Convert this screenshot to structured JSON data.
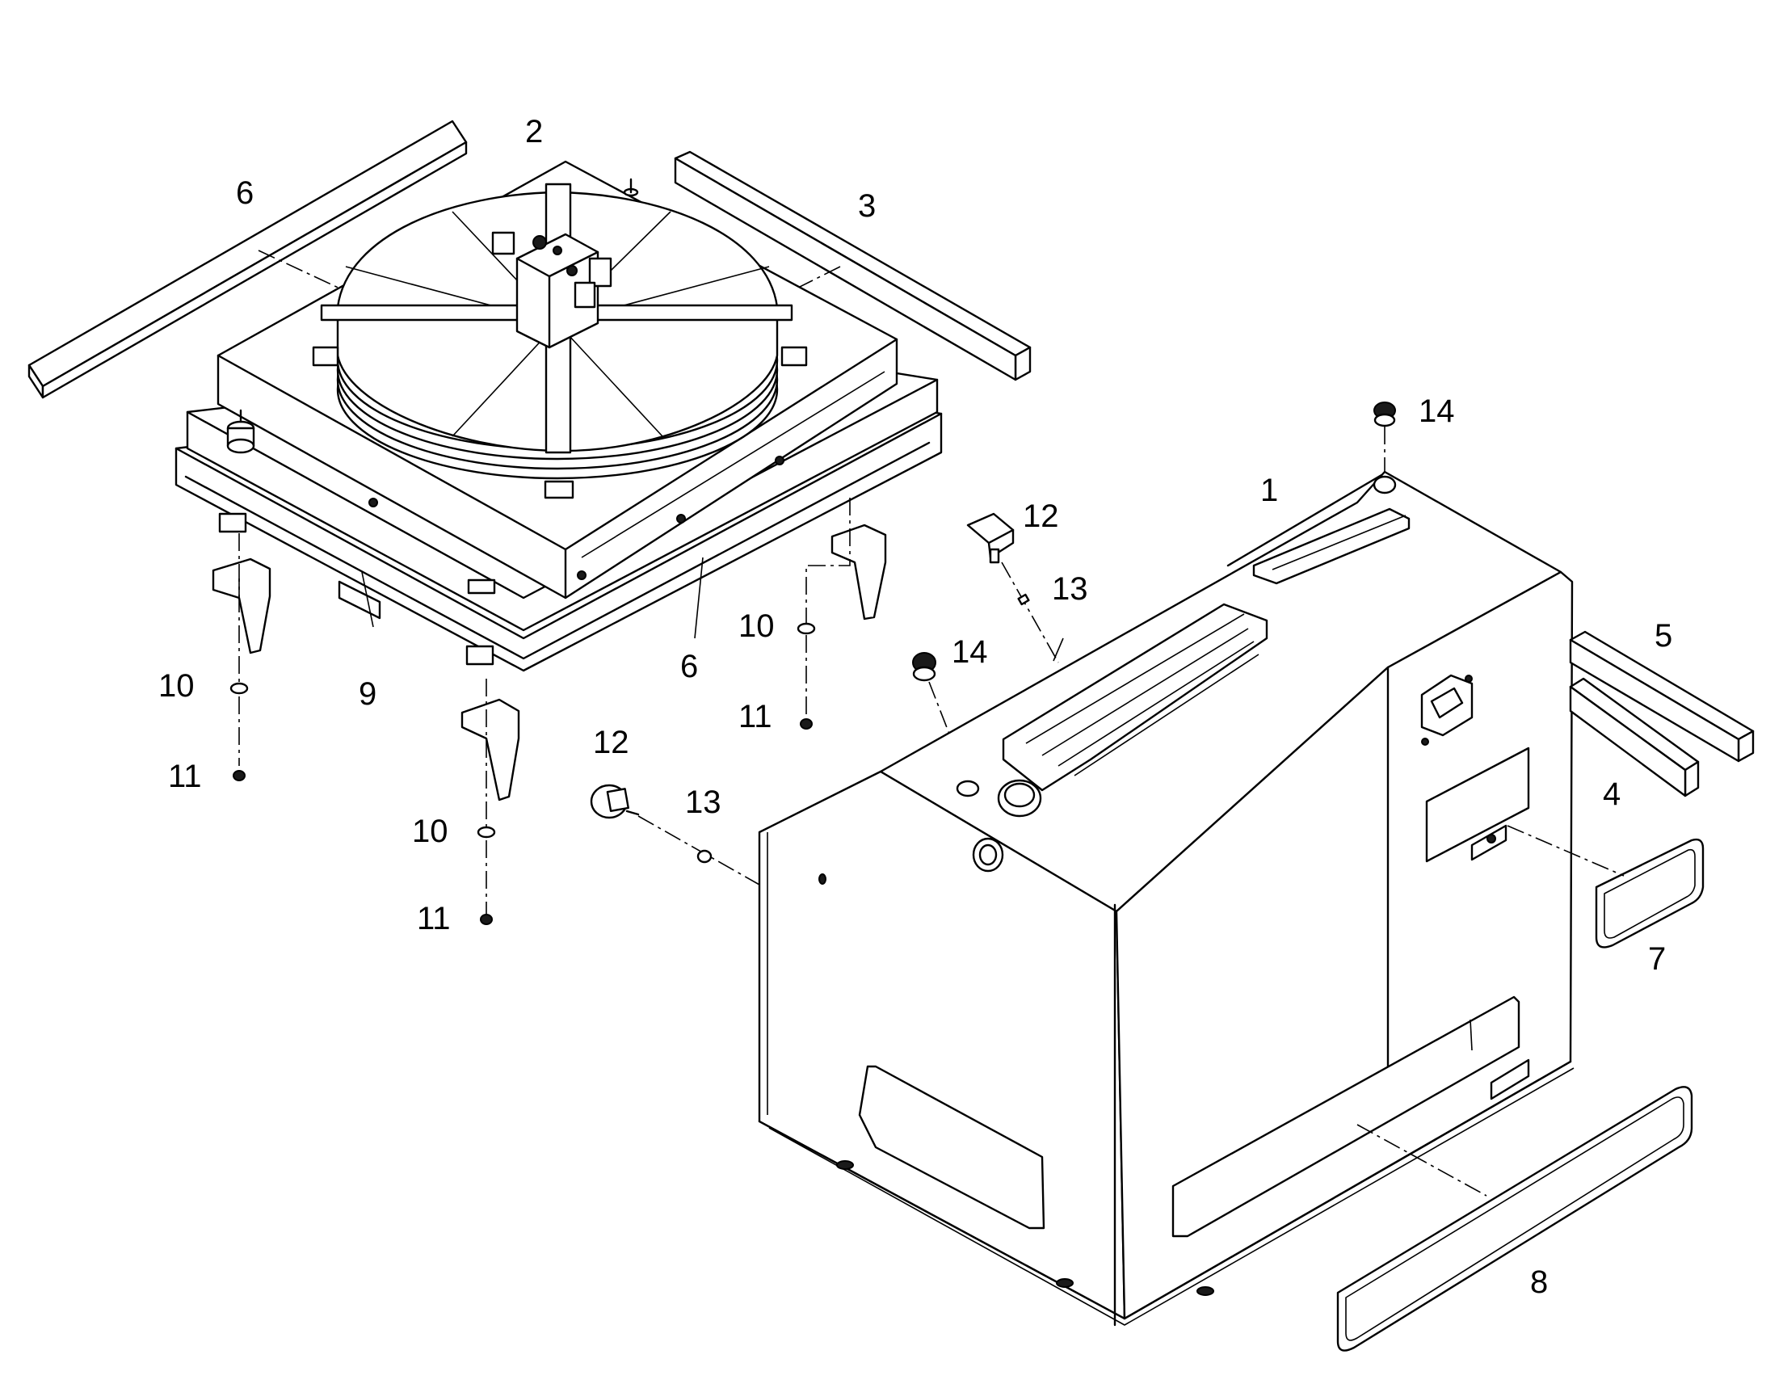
{
  "diagram": {
    "callouts": [
      {
        "id": "c-2",
        "text": "2"
      },
      {
        "id": "c-6a",
        "text": "6"
      },
      {
        "id": "c-3",
        "text": "3"
      },
      {
        "id": "c-14a",
        "text": "14"
      },
      {
        "id": "c-1",
        "text": "1"
      },
      {
        "id": "c-12a",
        "text": "12"
      },
      {
        "id": "c-13a",
        "text": "13"
      },
      {
        "id": "c-10a",
        "text": "10"
      },
      {
        "id": "c-14b",
        "text": "14"
      },
      {
        "id": "c-6b",
        "text": "6"
      },
      {
        "id": "c-9",
        "text": "9"
      },
      {
        "id": "c-10b",
        "text": "10"
      },
      {
        "id": "c-11a",
        "text": "11"
      },
      {
        "id": "c-11b",
        "text": "11"
      },
      {
        "id": "c-12b",
        "text": "12"
      },
      {
        "id": "c-13b",
        "text": "13"
      },
      {
        "id": "c-10c",
        "text": "10"
      },
      {
        "id": "c-11c",
        "text": "11"
      },
      {
        "id": "c-5",
        "text": "5"
      },
      {
        "id": "c-4",
        "text": "4"
      },
      {
        "id": "c-7",
        "text": "7"
      },
      {
        "id": "c-8",
        "text": "8"
      }
    ]
  }
}
